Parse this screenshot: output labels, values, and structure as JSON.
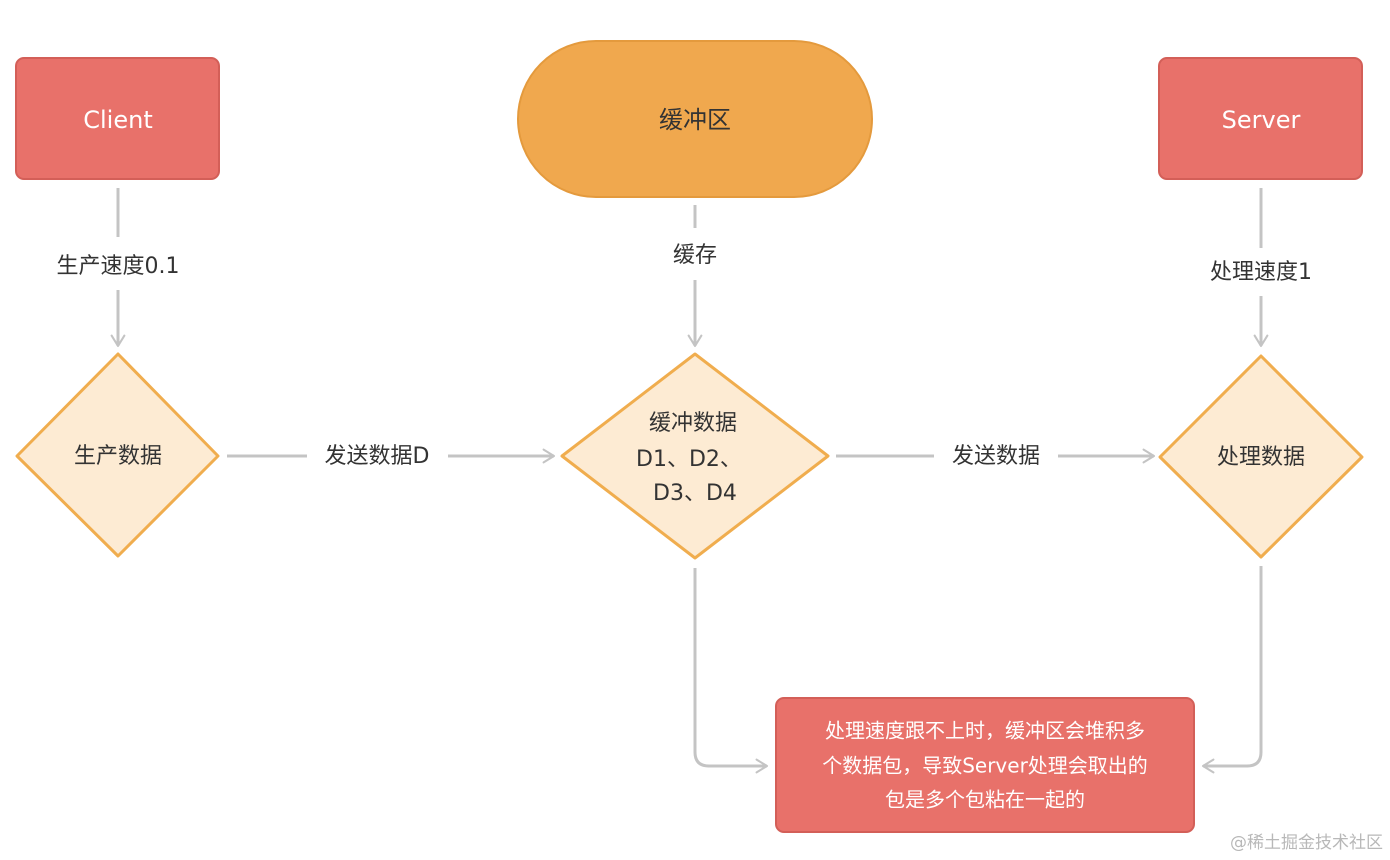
{
  "colors": {
    "red_box": "#e8716a",
    "red_box_border": "#d35f58",
    "orange_pill": "#f0a84e",
    "orange_border": "#e49a3d",
    "diamond_fill": "#fdebd3",
    "diamond_border": "#f0ad4e",
    "edge": "#c4c4c4",
    "text_dark": "#333333",
    "text_light": "#ffffff"
  },
  "nodes": {
    "client": "Client",
    "buffer": "缓冲区",
    "server": "Server",
    "produce": "生产数据",
    "buffer_data": [
      "缓冲数据",
      "D1、D2、",
      "D3、D4"
    ],
    "process": "处理数据",
    "note": [
      "处理速度跟不上时，缓冲区会堆积多",
      "个数据包，导致Server处理会取出的",
      "包是多个包粘在一起的"
    ]
  },
  "edges": {
    "produce_speed": "生产速度0.1",
    "cache": "缓存",
    "process_speed": "处理速度1",
    "send_d": "发送数据D",
    "send": "发送数据"
  },
  "watermark": "@稀土掘金技术社区"
}
